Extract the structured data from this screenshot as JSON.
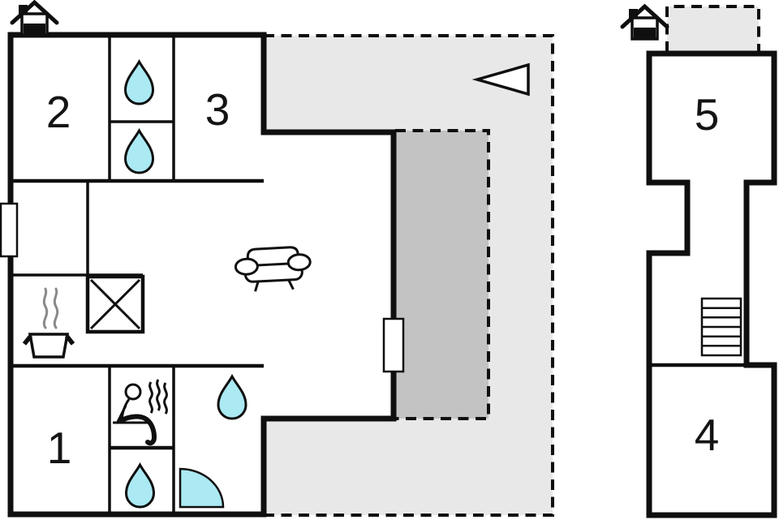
{
  "rooms": [
    {
      "label": "1"
    },
    {
      "label": "2"
    },
    {
      "label": "3"
    },
    {
      "label": "4"
    },
    {
      "label": "5"
    }
  ],
  "colors": {
    "wall": "#0f0f0f",
    "terrace": "#e8e8e8",
    "patio": "#c3c3c3",
    "water": "#abe9f3",
    "steam": "#8a8a8a",
    "background": "#ffffff"
  },
  "icons": {
    "chimney": "chimney-icon",
    "water_drop": "water-drop-icon",
    "shower": "shower-quarter-icon",
    "sauna": "sauna-person-icon",
    "stove": "stove-hob-icon",
    "pot": "cooking-pot-icon",
    "sofa": "sofa-icon",
    "stairs": "stairs-icon",
    "direction_arrow": "north-arrow-icon",
    "window": "window-icon",
    "door": "door-icon"
  }
}
